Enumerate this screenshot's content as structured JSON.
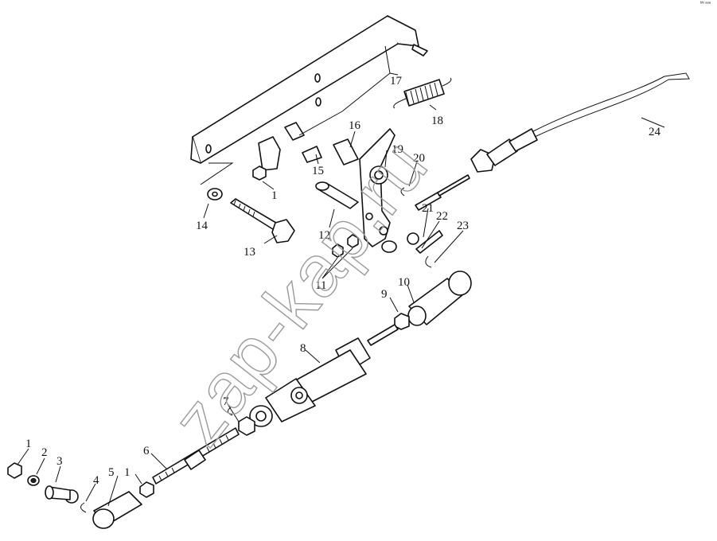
{
  "watermark": "zap-kaр.ru",
  "corner_mark": "ᵇᴺ ᵃᵃᵃ",
  "callouts": {
    "c1a": "1",
    "c1b": "1",
    "c1c": "1",
    "c2": "2",
    "c3": "3",
    "c4": "4",
    "c5": "5",
    "c6": "6",
    "c7": "7",
    "c8": "8",
    "c9": "9",
    "c10": "10",
    "c11": "11",
    "c12": "12",
    "c13": "13",
    "c14": "14",
    "c15": "15",
    "c16": "16",
    "c17": "17",
    "c18": "18",
    "c19": "19",
    "c20": "20",
    "c21": "21",
    "c22": "22",
    "c23": "23",
    "c24": "24"
  }
}
